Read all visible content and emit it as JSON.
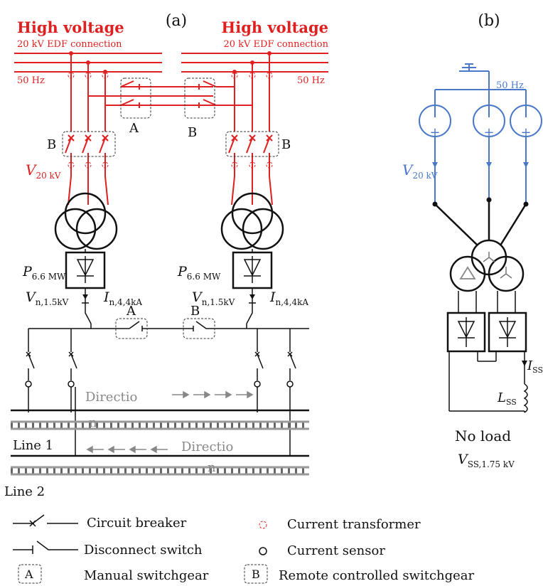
{
  "panel_a": {
    "label": "(a)",
    "hv_left": {
      "title": "High voltage",
      "sub": "20 kV EDF connection",
      "freq": "50 Hz"
    },
    "hv_right": {
      "title": "High voltage",
      "sub": "20 kV EDF connection",
      "freq": "50 Hz"
    },
    "sw_a_top": "A",
    "sw_b_top": "B",
    "sw_b_left": "B",
    "sw_b_right": "B",
    "v20_left": {
      "main": "V",
      "sub": "20 kV"
    },
    "p_left": {
      "main": "P",
      "sub": "6.6 MW"
    },
    "p_right": {
      "main": "P",
      "sub": "6.6 MW"
    },
    "vn_left": {
      "main": "V",
      "sub": "n,1.5kV"
    },
    "in_left": {
      "main": "I",
      "sub": "n,4,4kA"
    },
    "vn_right": {
      "main": "V",
      "sub": "n,1.5kV"
    },
    "in_right": {
      "main": "I",
      "sub": "n,4,4kA"
    },
    "sw_a_bottom": "A",
    "sw_b_bottom": "B",
    "direction_1": "Directio",
    "direction_1_n": "n",
    "direction_2": "Directio",
    "direction_2_n": "n",
    "line1": "Line 1",
    "line2": "Line 2"
  },
  "panel_b": {
    "label": "(b)",
    "freq": "50 Hz",
    "v20": {
      "main": "V",
      "sub": "20 kV"
    },
    "iss": {
      "main": "I",
      "sub": "SS"
    },
    "lss": {
      "main": "L",
      "sub": "SS"
    },
    "no_load": "No load",
    "vss": {
      "main": "V",
      "sub": "SS,1.75 kV"
    }
  },
  "legend": {
    "circuit_breaker": "Circuit breaker",
    "disconnect_switch": "Disconnect switch",
    "manual_box": "A",
    "manual_switchgear": "Manual switchgear",
    "current_transformer": "Current transformer",
    "current_sensor": "Current sensor",
    "remote_box": "B",
    "remote_switchgear": "Remote controlled switchgear"
  },
  "colors": {
    "hv_red": "#e02020",
    "grid_blue": "#4a78c8",
    "direction_gray": "#888888"
  }
}
